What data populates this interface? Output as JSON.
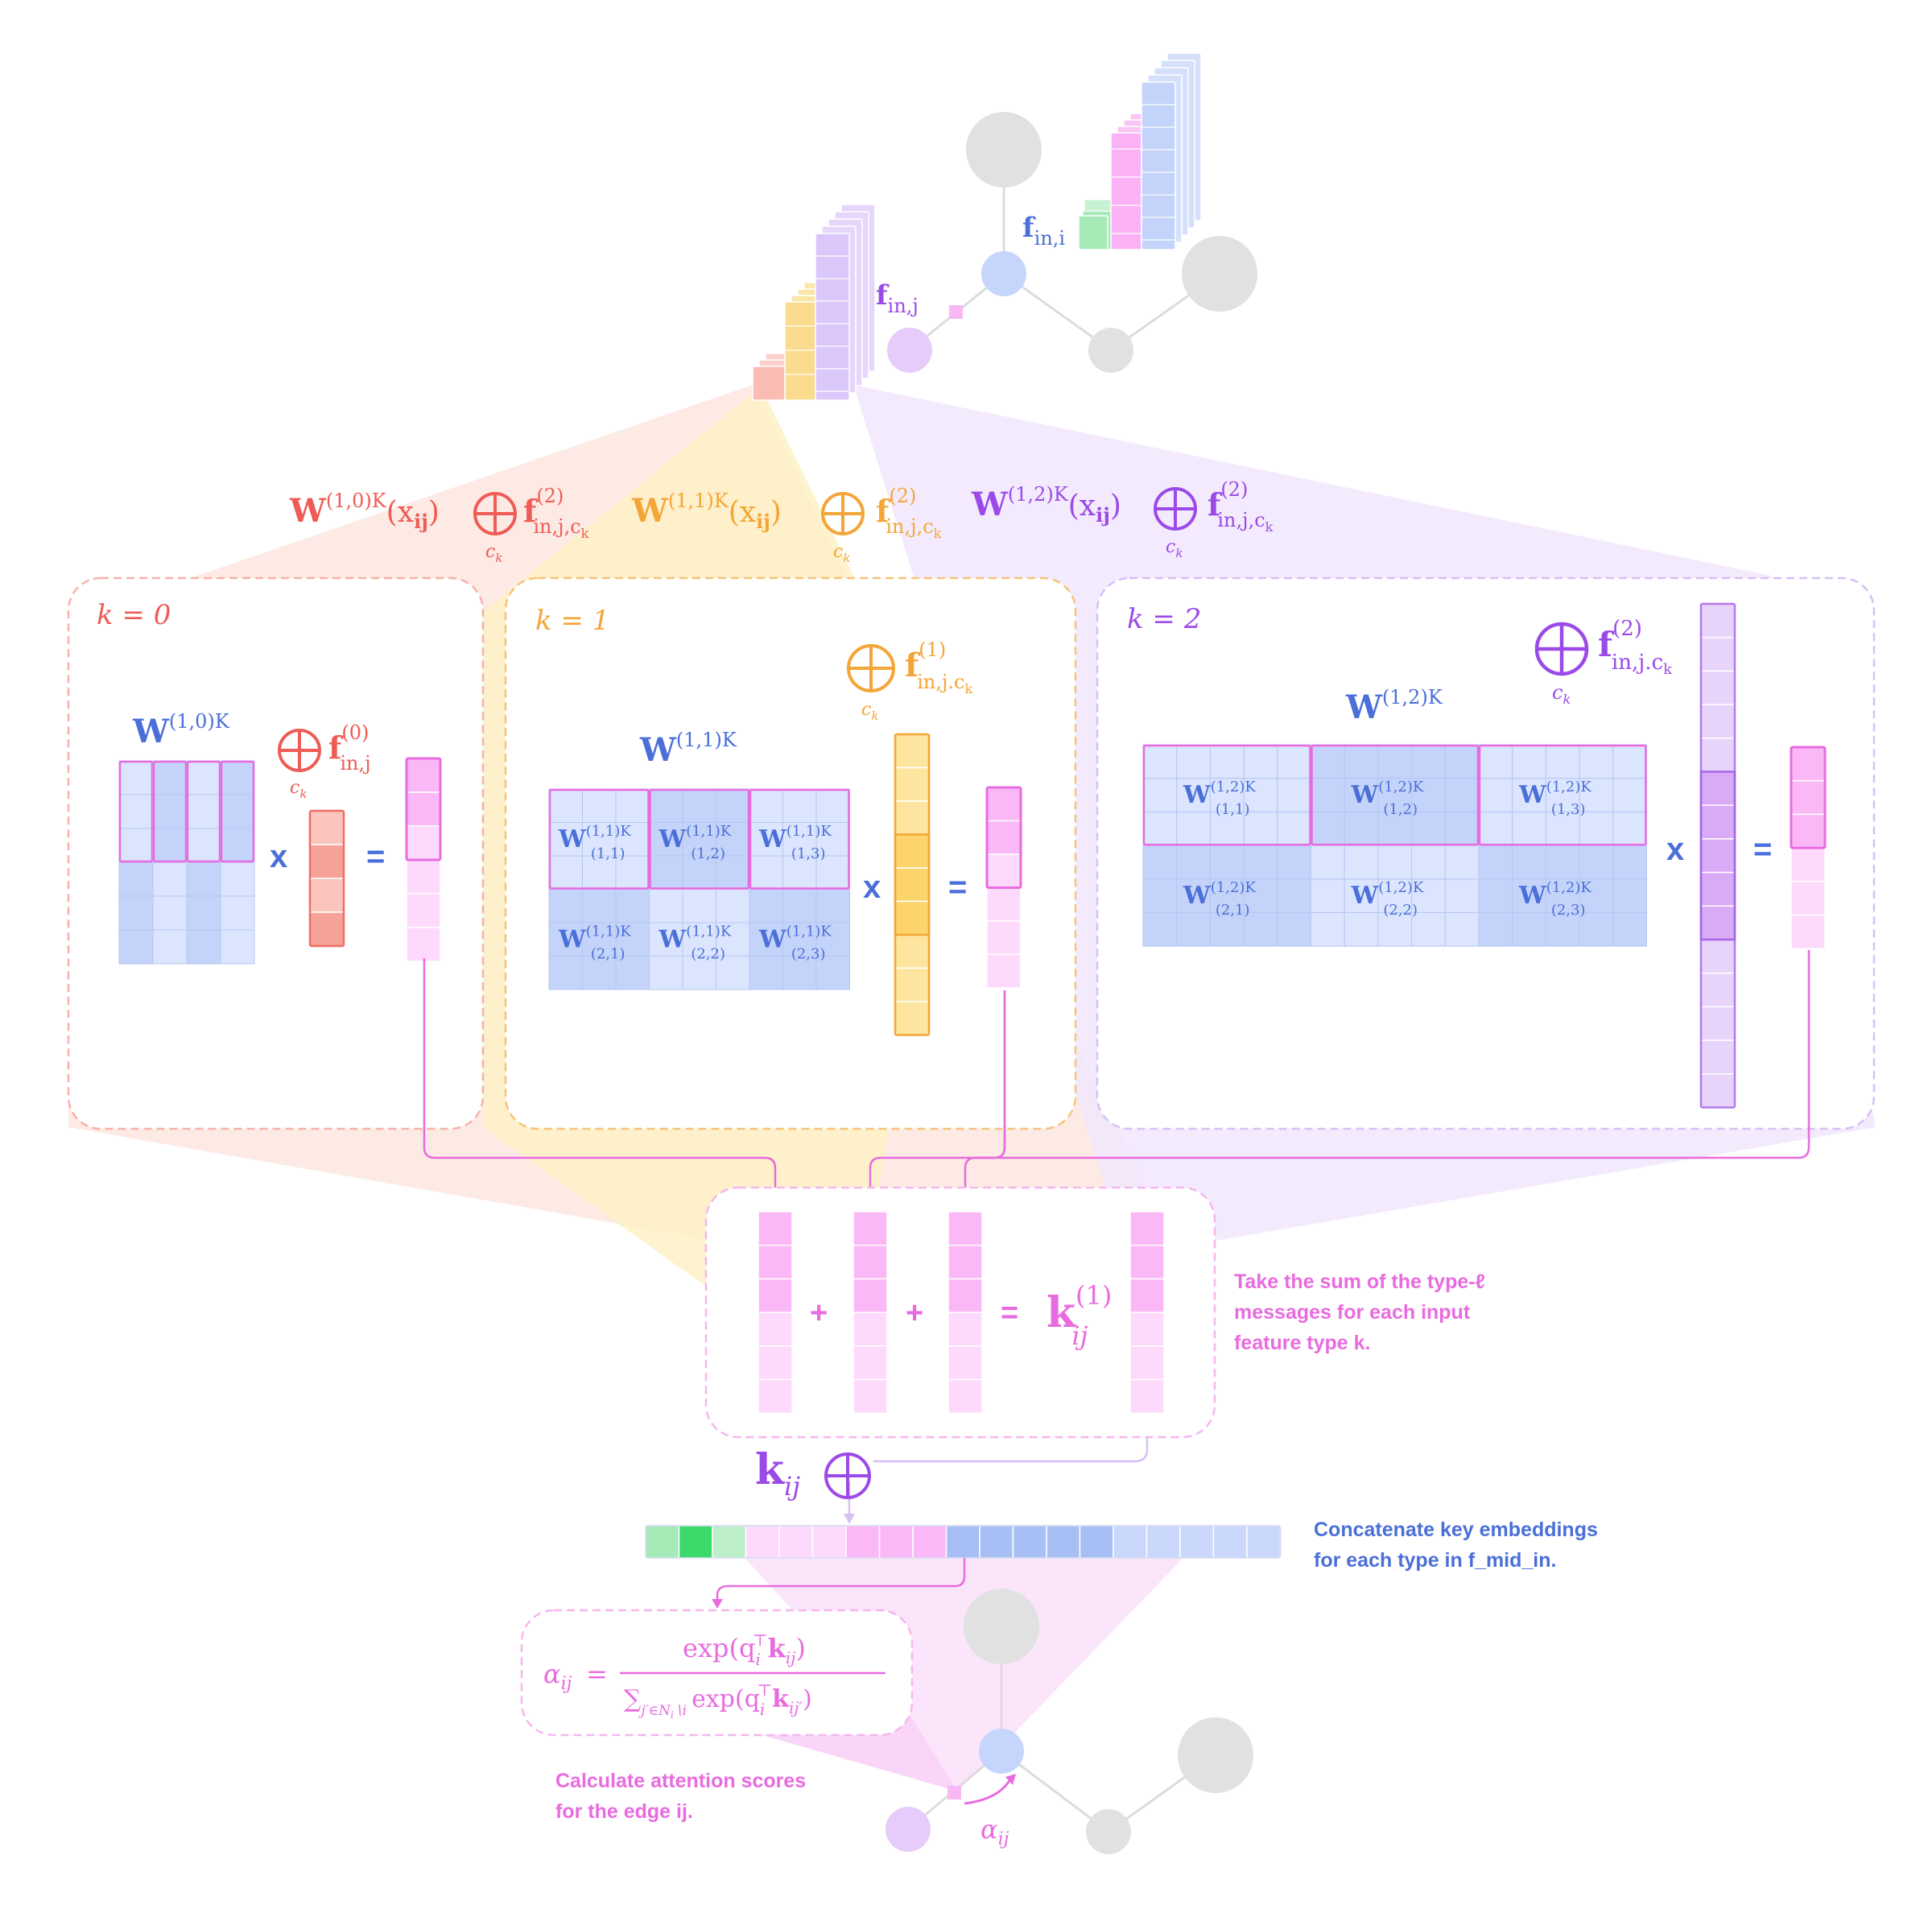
{
  "colors": {
    "red": "#ef5b55",
    "orange": "#f4a537",
    "purple": "#9b4ae8",
    "blue": "#4a6fd8",
    "pink": "#e86bdf",
    "gray_node": "#e1e1e1",
    "blue_node": "#c6d5fb",
    "purple_node": "#e6ccfa",
    "green": "#a6eab8"
  },
  "top": {
    "f_in_i": "f",
    "f_in_i_sub": "in,i",
    "f_in_j": "f",
    "f_in_j_sub": "in,j"
  },
  "headers": [
    {
      "w": "W",
      "sup": "(1,0)K",
      "arg": "(x",
      "arg_sub": "ij",
      "arg_close": ")",
      "f": "f",
      "f_sup": "(2)",
      "f_sub": "in,j,c",
      "f_subsub": "k",
      "ck": "c",
      "ck_sub": "k"
    },
    {
      "w": "W",
      "sup": "(1,1)K",
      "arg": "(x",
      "arg_sub": "ij",
      "arg_close": ")",
      "f": "f",
      "f_sup": "(2)",
      "f_sub": "in,j,c",
      "f_subsub": "k",
      "ck": "c",
      "ck_sub": "k"
    },
    {
      "w": "W",
      "sup": "(1,2)K",
      "arg": "(x",
      "arg_sub": "ij",
      "arg_close": ")",
      "f": "f",
      "f_sup": "(2)",
      "f_sub": "in,j,c",
      "f_subsub": "k",
      "ck": "c",
      "ck_sub": "k"
    }
  ],
  "panels": [
    {
      "k_label": "k = 0",
      "w": "W",
      "w_sup": "(1,0)K",
      "f": "f",
      "f_sup": "(0)",
      "f_sub": "in,j",
      "ck": "c",
      "ck_sub": "k",
      "times": "x",
      "equals": "="
    },
    {
      "k_label": "k = 1",
      "w": "W",
      "w_sup": "(1,1)K",
      "f": "f",
      "f_sup": "(1)",
      "f_sub": "in,j.c",
      "f_subsub": "k",
      "ck": "c",
      "ck_sub": "k",
      "times": "x",
      "equals": "=",
      "blocks": [
        {
          "w": "W",
          "sup": "(1,1)K",
          "sub": "(1,1)"
        },
        {
          "w": "W",
          "sup": "(1,1)K",
          "sub": "(1,2)"
        },
        {
          "w": "W",
          "sup": "(1,1)K",
          "sub": "(1,3)"
        },
        {
          "w": "W",
          "sup": "(1,1)K",
          "sub": "(2,1)"
        },
        {
          "w": "W",
          "sup": "(1,1)K",
          "sub": "(2,2)"
        },
        {
          "w": "W",
          "sup": "(1,1)K",
          "sub": "(2,3)"
        }
      ]
    },
    {
      "k_label": "k = 2",
      "w": "W",
      "w_sup": "(1,2)K",
      "f": "f",
      "f_sup": "(2)",
      "f_sub": "in,j.c",
      "f_subsub": "k",
      "ck": "c",
      "ck_sub": "k",
      "times": "x",
      "equals": "=",
      "blocks": [
        {
          "w": "W",
          "sup": "(1,2)K",
          "sub": "(1,1)"
        },
        {
          "w": "W",
          "sup": "(1,2)K",
          "sub": "(1,2)"
        },
        {
          "w": "W",
          "sup": "(1,2)K",
          "sub": "(1,3)"
        },
        {
          "w": "W",
          "sup": "(1,2)K",
          "sub": "(2,1)"
        },
        {
          "w": "W",
          "sup": "(1,2)K",
          "sub": "(2,2)"
        },
        {
          "w": "W",
          "sup": "(1,2)K",
          "sub": "(2,3)"
        }
      ]
    }
  ],
  "sum": {
    "plus": "+",
    "equals": "=",
    "k": "k",
    "k_sup": "(1)",
    "k_sub": "ij",
    "note_line1": "Take the sum of the type-ℓ",
    "note_line2": "messages for each input",
    "note_line3": "feature type k."
  },
  "concat": {
    "k": "k",
    "k_sub": "ij",
    "note_line1": "Concatenate key embeddings",
    "note_line2": "for each type in f_mid_in."
  },
  "attention": {
    "lhs": "α",
    "lhs_sub": "ij",
    "eq": "=",
    "num": "exp(q",
    "num_sub": "i",
    "num_sup": "⊤",
    "num_k": "k",
    "num_k_sub": "ij",
    "num_close": ")",
    "den_sum": "∑",
    "den_sum_sub": "j′∈N",
    "den_sum_subsub": "i",
    "den_sum_sub2": "∖i",
    "den_exp": "exp(q",
    "den_exp_sub": "i",
    "den_exp_sup": "⊤",
    "den_k": "k",
    "den_k_sub": "ij′",
    "den_close": ")",
    "note_line1": "Calculate attention scores",
    "note_line2": "for the edge ij.",
    "alpha": "α",
    "alpha_sub": "ij"
  }
}
